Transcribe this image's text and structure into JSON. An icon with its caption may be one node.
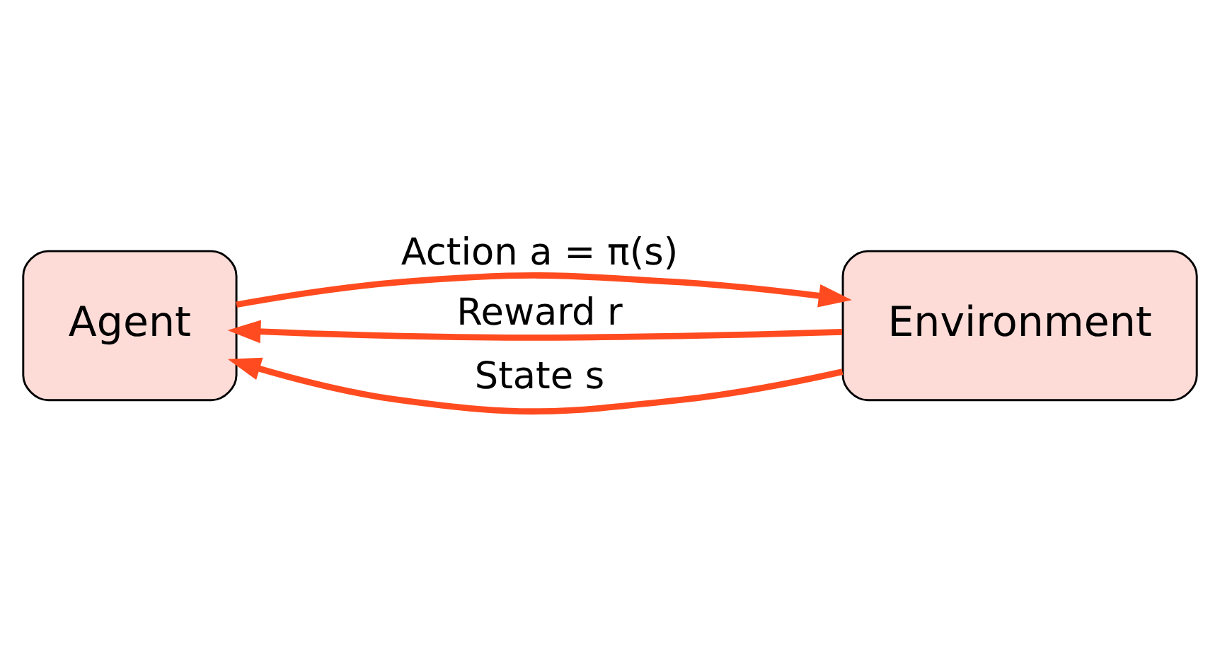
{
  "diagram": {
    "nodes": [
      {
        "text": [
          "Agent"
        ]
      },
      {
        "text": [
          "Environment"
        ]
      }
    ],
    "edges": [
      {
        "from": 1,
        "to": 0,
        "arrow": "to",
        "label": "Reward r"
      },
      {
        "from": 0,
        "to": 1,
        "arrow": "to",
        "label": "Action a = π(s)"
      },
      {
        "from": 1,
        "to": 0,
        "arrow": "to",
        "label": "State s"
      }
    ]
  }
}
